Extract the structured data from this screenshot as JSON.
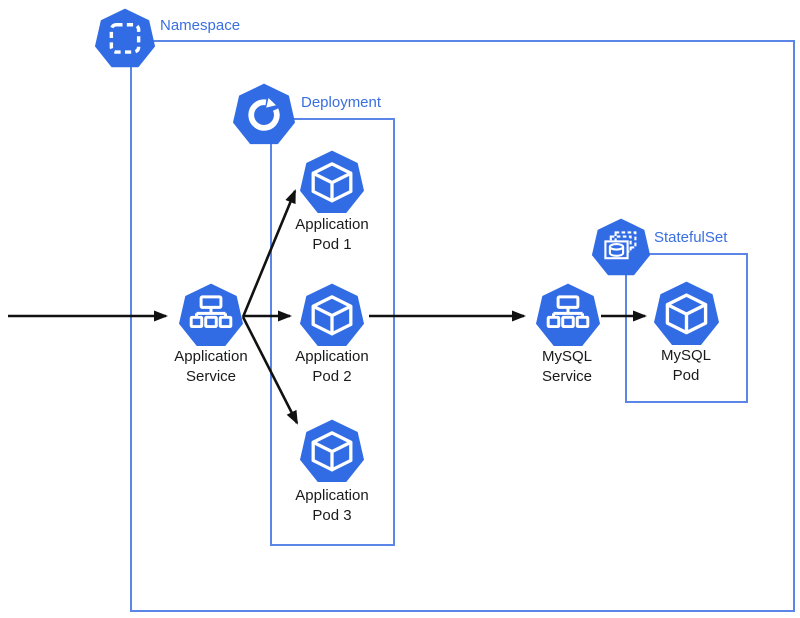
{
  "diagram": {
    "type": "kubernetes-architecture",
    "groups": {
      "namespace": {
        "label": "Namespace"
      },
      "deployment": {
        "label": "Deployment"
      },
      "statefulset": {
        "label": "StatefulSet"
      }
    },
    "nodes": {
      "app_service": {
        "label": "Application\nService",
        "kind": "service"
      },
      "app_pod_1": {
        "label": "Application\nPod 1",
        "kind": "pod"
      },
      "app_pod_2": {
        "label": "Application\nPod 2",
        "kind": "pod"
      },
      "app_pod_3": {
        "label": "Application\nPod 3",
        "kind": "pod"
      },
      "mysql_service": {
        "label": "MySQL\nService",
        "kind": "service"
      },
      "mysql_pod": {
        "label": "MySQL\nPod",
        "kind": "pod"
      }
    },
    "edges": [
      {
        "from": "external",
        "to": "app_service"
      },
      {
        "from": "app_service",
        "to": "app_pod_1"
      },
      {
        "from": "app_service",
        "to": "app_pod_2"
      },
      {
        "from": "app_service",
        "to": "app_pod_3"
      },
      {
        "from": "app_pod_2",
        "to": "mysql_service"
      },
      {
        "from": "mysql_service",
        "to": "mysql_pod"
      }
    ],
    "colors": {
      "kubernetes_blue": "#326CE5",
      "box_border": "#5C85E8",
      "group_label": "#3A6FE0",
      "arrow": "#111111",
      "node_text": "#1A1A1A"
    }
  }
}
